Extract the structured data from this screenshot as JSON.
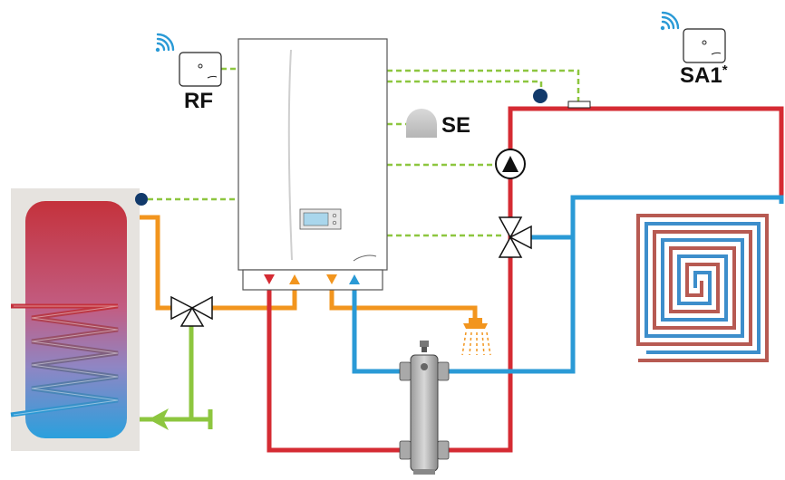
{
  "labels": {
    "rf": "RF",
    "se": "SE",
    "sa1": "SA1",
    "sa1_marker": "*"
  },
  "colors": {
    "hot_red": "#d52b33",
    "cold_blue": "#2a9ad6",
    "dhw_orange": "#f2951e",
    "return_green": "#8dc63f",
    "control_dashed": "#8dc63f",
    "underfloor_red": "#b75a52",
    "underfloor_blue": "#3d8ecb",
    "boiler_panel": "#ffffff",
    "sensor_dark": "#123a6b",
    "tank_casing": "#e6e3df"
  },
  "icons": [
    "wifi-icon",
    "room-thermostat-icon",
    "outdoor-sensor-icon",
    "circulation-pump-icon",
    "three-way-valve-icon",
    "shower-head-icon",
    "hydraulic-separator-icon",
    "temperature-sensor-icon",
    "hot-water-cylinder-icon",
    "underfloor-heating-coil-icon"
  ]
}
